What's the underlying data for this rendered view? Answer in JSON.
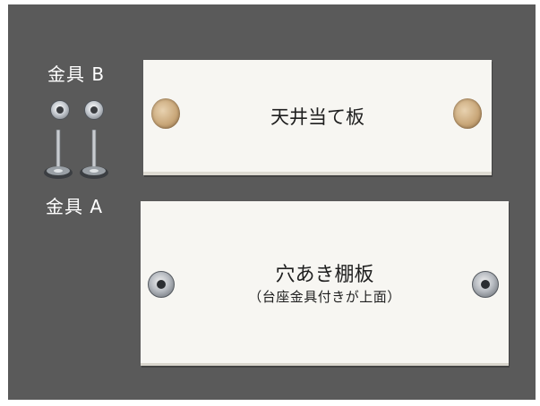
{
  "labels": {
    "fitting_b": "金具 B",
    "fitting_a": "金具 A"
  },
  "top_board": {
    "text": "天井当て板"
  },
  "bottom_board": {
    "text": "穴あき棚板",
    "note": "（台座金具付きが上面）"
  },
  "colors": {
    "background": "#5a5a5a",
    "board": "#f7f6f2",
    "text": "#1f1f1f"
  }
}
